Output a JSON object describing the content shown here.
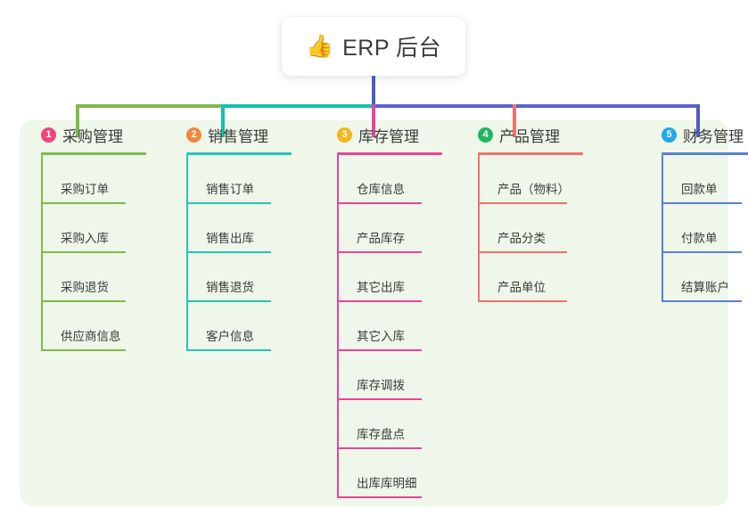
{
  "root": {
    "icon": "thumbs-up-icon",
    "icon_glyph": "👍",
    "title": "ERP 后台"
  },
  "panel": {
    "background_color": "#eef7e9"
  },
  "connector_colors": {
    "stem": "#4d5cc0",
    "segment_1": "#7fba4b",
    "segment_2": "#16bfae",
    "segment_3": "#5a63cb",
    "segment_4": "#5a63cb",
    "drop_1": "#7fba4b",
    "drop_2": "#16bfae",
    "drop_3": "#e8449a",
    "drop_4": "#f2706e",
    "drop_5": "#4d5cc0"
  },
  "columns": [
    {
      "index": "1",
      "title": "采购管理",
      "badge_color": "#f2447b",
      "line_color": "#7fba4b",
      "rule_width": 118,
      "leaf_rule_width": 95,
      "items": [
        {
          "label": "采购订单"
        },
        {
          "label": "采购入库"
        },
        {
          "label": "采购退货"
        },
        {
          "label": "供应商信息"
        }
      ]
    },
    {
      "index": "2",
      "title": "销售管理",
      "badge_color": "#f0893c",
      "line_color": "#29c4b4",
      "rule_width": 118,
      "leaf_rule_width": 95,
      "items": [
        {
          "label": "销售订单"
        },
        {
          "label": "销售出库"
        },
        {
          "label": "销售退货"
        },
        {
          "label": "客户信息"
        }
      ]
    },
    {
      "index": "3",
      "title": "库存管理",
      "badge_color": "#f4b51d",
      "line_color": "#e8449a",
      "rule_width": 118,
      "leaf_rule_width": 95,
      "items": [
        {
          "label": "仓库信息"
        },
        {
          "label": "产品库存"
        },
        {
          "label": "其它出库"
        },
        {
          "label": "其它入库"
        },
        {
          "label": "库存调拨"
        },
        {
          "label": "库存盘点"
        },
        {
          "label": "出库库明细"
        }
      ]
    },
    {
      "index": "4",
      "title": "产品管理",
      "badge_color": "#23b661",
      "line_color": "#f2706e",
      "rule_width": 118,
      "leaf_rule_width": 100,
      "items": [
        {
          "label": "产品（物料）"
        },
        {
          "label": "产品分类"
        },
        {
          "label": "产品单位"
        }
      ]
    },
    {
      "index": "5",
      "title": "财务管理",
      "badge_color": "#23a8e8",
      "line_color": "#5b7fd4",
      "rule_width": 118,
      "leaf_rule_width": 90,
      "items": [
        {
          "label": "回款单"
        },
        {
          "label": "付款单"
        },
        {
          "label": "结算账户"
        }
      ]
    }
  ]
}
